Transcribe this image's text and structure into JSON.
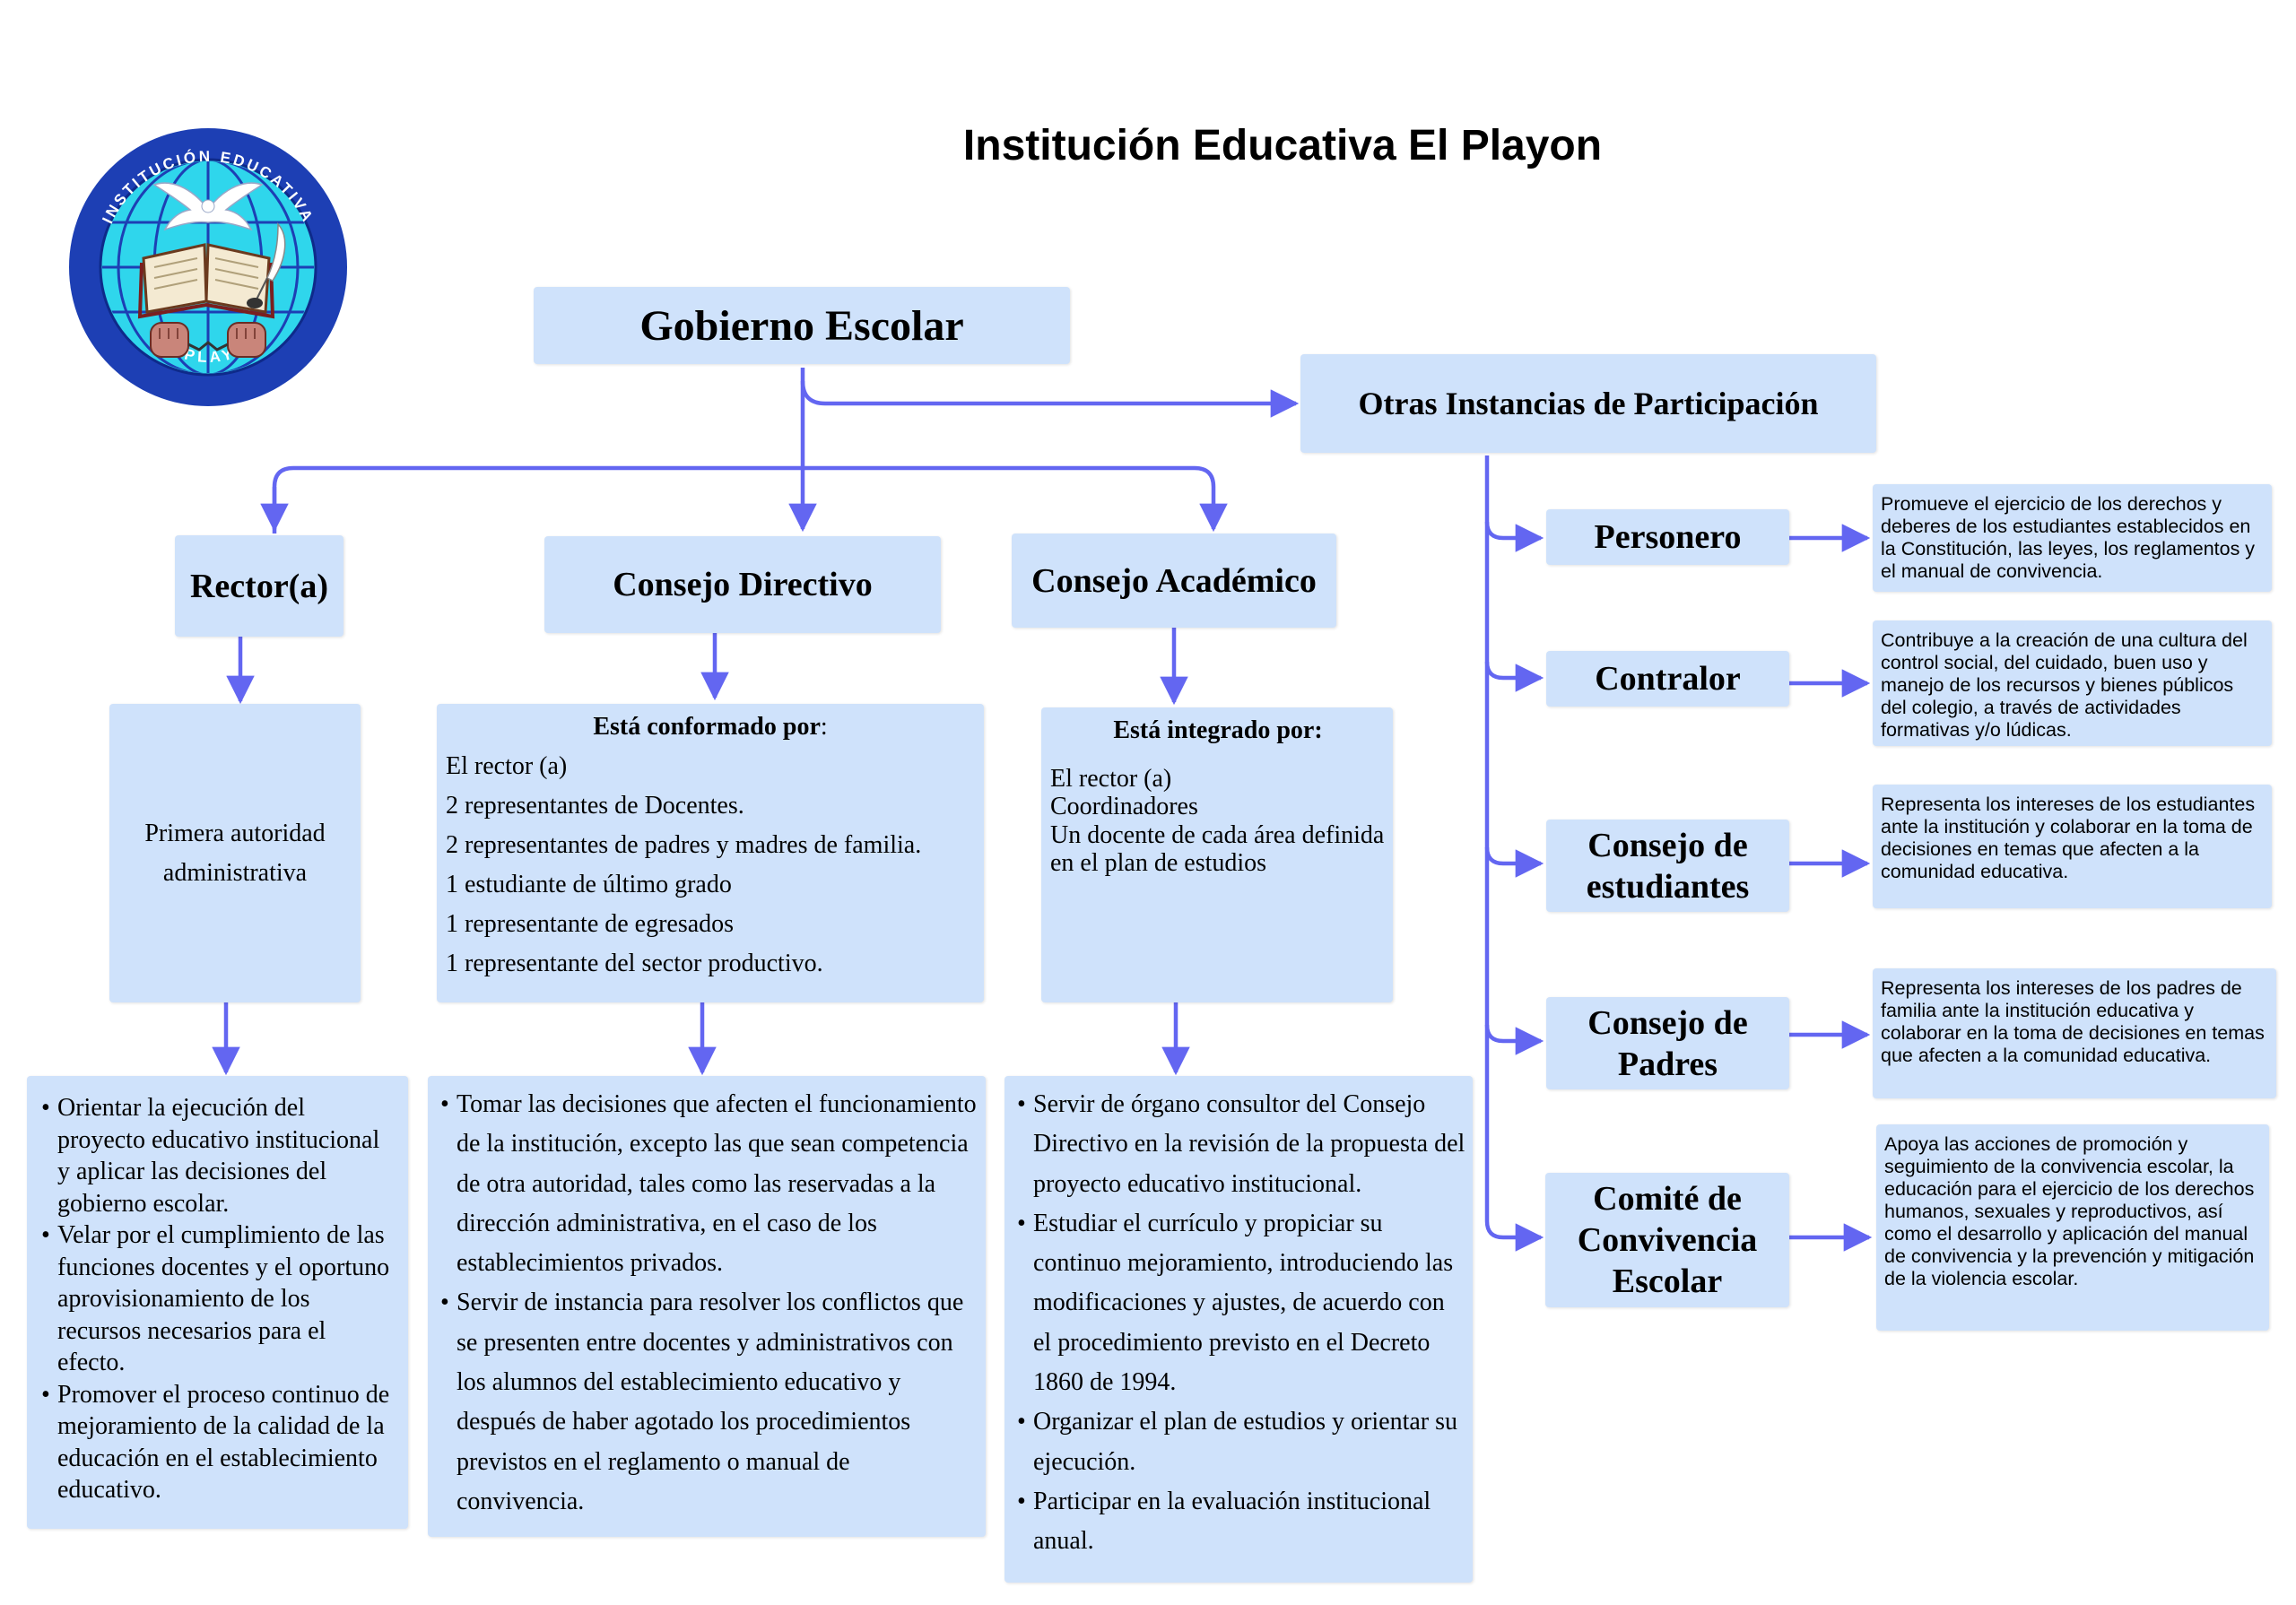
{
  "title": "Institución Educativa El Playon",
  "logo": {
    "top_text": "INSTITUCIÓN EDUCATIVA",
    "bottom_text": "EL PLAYÓN"
  },
  "root": {
    "label": "Gobierno Escolar"
  },
  "other": {
    "label": "Otras Instancias de Participación"
  },
  "rector": {
    "label": "Rector(a)",
    "description": "Primera autoridad administrativa",
    "functions": [
      "Orientar la ejecución del proyecto educativo institucional y aplicar las decisiones del gobierno escolar.",
      "Velar por el cumplimiento de las funciones docentes y el oportuno aprovisionamiento de los recursos necesarios para el efecto.",
      "Promover el proceso continuo de mejoramiento de la calidad de la educación en el establecimiento educativo."
    ]
  },
  "directivo": {
    "label": "Consejo Directivo",
    "heading": "Está conformado por",
    "heading_suffix": ":",
    "members": [
      "El rector (a)",
      "2 representantes de Docentes.",
      "2 representantes de padres y madres de familia.",
      "1 estudiante de último grado",
      "1 representante de egresados",
      "1 representante del sector productivo."
    ],
    "functions": [
      "Tomar las decisiones que afecten el funcionamiento de la institución, excepto las que sean competencia de otra autoridad, tales como las reservadas a la dirección administrativa, en el caso de los establecimientos privados.",
      "Servir de instancia para resolver los conflictos que se presenten entre docentes y administrativos con los alumnos del establecimiento educativo y después de haber agotado los procedimientos previstos en el reglamento o manual de convivencia."
    ]
  },
  "academico": {
    "label": "Consejo Académico",
    "heading": "Está integrado por:",
    "members": [
      "El rector (a)",
      "Coordinadores",
      "Un docente de cada área definida en el plan de estudios"
    ],
    "functions": [
      "Servir de órgano consultor del Consejo Directivo en la revisión de la propuesta del proyecto educativo institucional.",
      "Estudiar el currículo y propiciar su continuo mejoramiento, introduciendo las modificaciones y ajustes, de acuerdo con el procedimiento previsto en el Decreto 1860 de 1994.",
      "Organizar el plan de estudios y orientar su ejecución.",
      " Participar en la evaluación institucional anual."
    ]
  },
  "instances": [
    {
      "label": "Personero",
      "description": "Promueve el ejercicio de los derechos y deberes de los estudiantes establecidos en la Constitución, las leyes, los reglamentos y el manual de convivencia."
    },
    {
      "label": "Contralor",
      "description": "Contribuye a la creación de una cultura del control social, del cuidado, buen uso y manejo de los recursos y bienes públicos del colegio, a través de actividades formativas y/o lúdicas."
    },
    {
      "label": "Consejo de estudiantes",
      "description": "Representa los intereses de los estudiantes ante la institución y colaborar en la toma de decisiones en temas que afecten a la comunidad educativa."
    },
    {
      "label": "Consejo de Padres",
      "description": "Representa los intereses de los padres de familia ante la institución educativa y colaborar en la toma de decisiones en temas que afecten a la comunidad educativa."
    },
    {
      "label": "Comité de Convivencia Escolar",
      "description": "Apoya las acciones de promoción y seguimiento de la convivencia escolar, la educación para el ejercicio de los derechos humanos, sexuales y reproductivos, así como el desarrollo y aplicación del manual de convivencia y la prevención y mitigación de la violencia escolar."
    }
  ],
  "colors": {
    "box_fill": "#cfe2fb",
    "connector": "#6366f1",
    "logo_ring": "#1d3fb4",
    "logo_globe": "#2fd6ec"
  }
}
